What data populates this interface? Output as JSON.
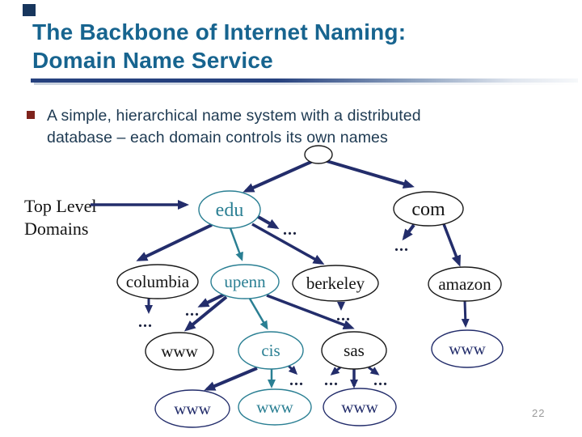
{
  "slide": {
    "title_line1": "The Backbone of Internet Naming:",
    "title_line2": "Domain Name Service",
    "bullet_line1": "A simple, hierarchical name system with a distributed",
    "bullet_line2": "database – each domain controls its own names",
    "page_number": "22"
  },
  "diagram": {
    "side_label_line1": "Top Level",
    "side_label_line2": "Domains",
    "ellipsis": "...",
    "nodes": {
      "root": "",
      "edu": "edu",
      "com": "com",
      "columbia": "columbia",
      "upenn": "upenn",
      "berkeley": "berkeley",
      "amazon": "amazon",
      "www_columbia": "www",
      "cis": "cis",
      "sas": "sas",
      "www_amazon": "www",
      "www_bottom_left": "www",
      "www_cis": "www",
      "www_sas": "www"
    },
    "colors": {
      "title_blue": "#17648f",
      "rule_navy": "#26417e",
      "bullet_maroon": "#7e231c",
      "body_slate": "#1e3a52",
      "arrow_navy": "#232d6b",
      "teal": "#2a7f93",
      "node_black": "#1a1a1a",
      "page_gray": "#9a9a9a"
    }
  }
}
